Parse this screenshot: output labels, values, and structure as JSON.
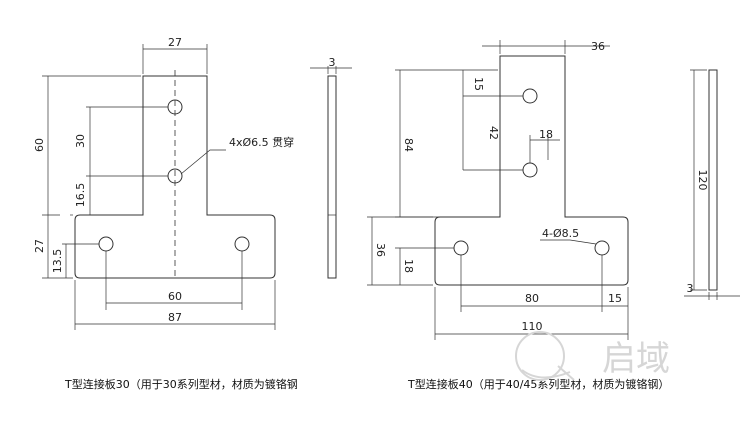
{
  "plate30": {
    "dims": {
      "top_width": "27",
      "total_height": "60",
      "hole_spacing_v": "30",
      "hole_to_bottom_of_stem": "16.5",
      "bottom_height": "27",
      "bottom_hole_height": "13.5",
      "hole_spacing_h": "60",
      "total_width": "87",
      "thickness": "3"
    },
    "hole_note": "4xØ6.5 贯穿",
    "caption": "T型连接板30（用于30系列型材，材质为镀铬钢"
  },
  "plate40": {
    "dims": {
      "top_width": "36",
      "hole_from_top": "15",
      "hole_spacing_v": "42",
      "total_height": "84",
      "hole_offset_h": "18",
      "bottom_height": "36",
      "bottom_hole_height": "18",
      "hole_spacing_h": "80",
      "edge_to_hole": "15",
      "total_width": "110",
      "side_height": "120",
      "thickness": "3"
    },
    "hole_note": "4-Ø8.5",
    "caption": "T型连接板40（用于40/45系列型材，材质为镀铬钢）"
  },
  "watermark": {
    "text": "启域",
    "icon": "q-logo-icon"
  },
  "colors": {
    "line": "#333333",
    "text": "#222222",
    "background": "#ffffff",
    "watermark": "#d6d6d6"
  }
}
